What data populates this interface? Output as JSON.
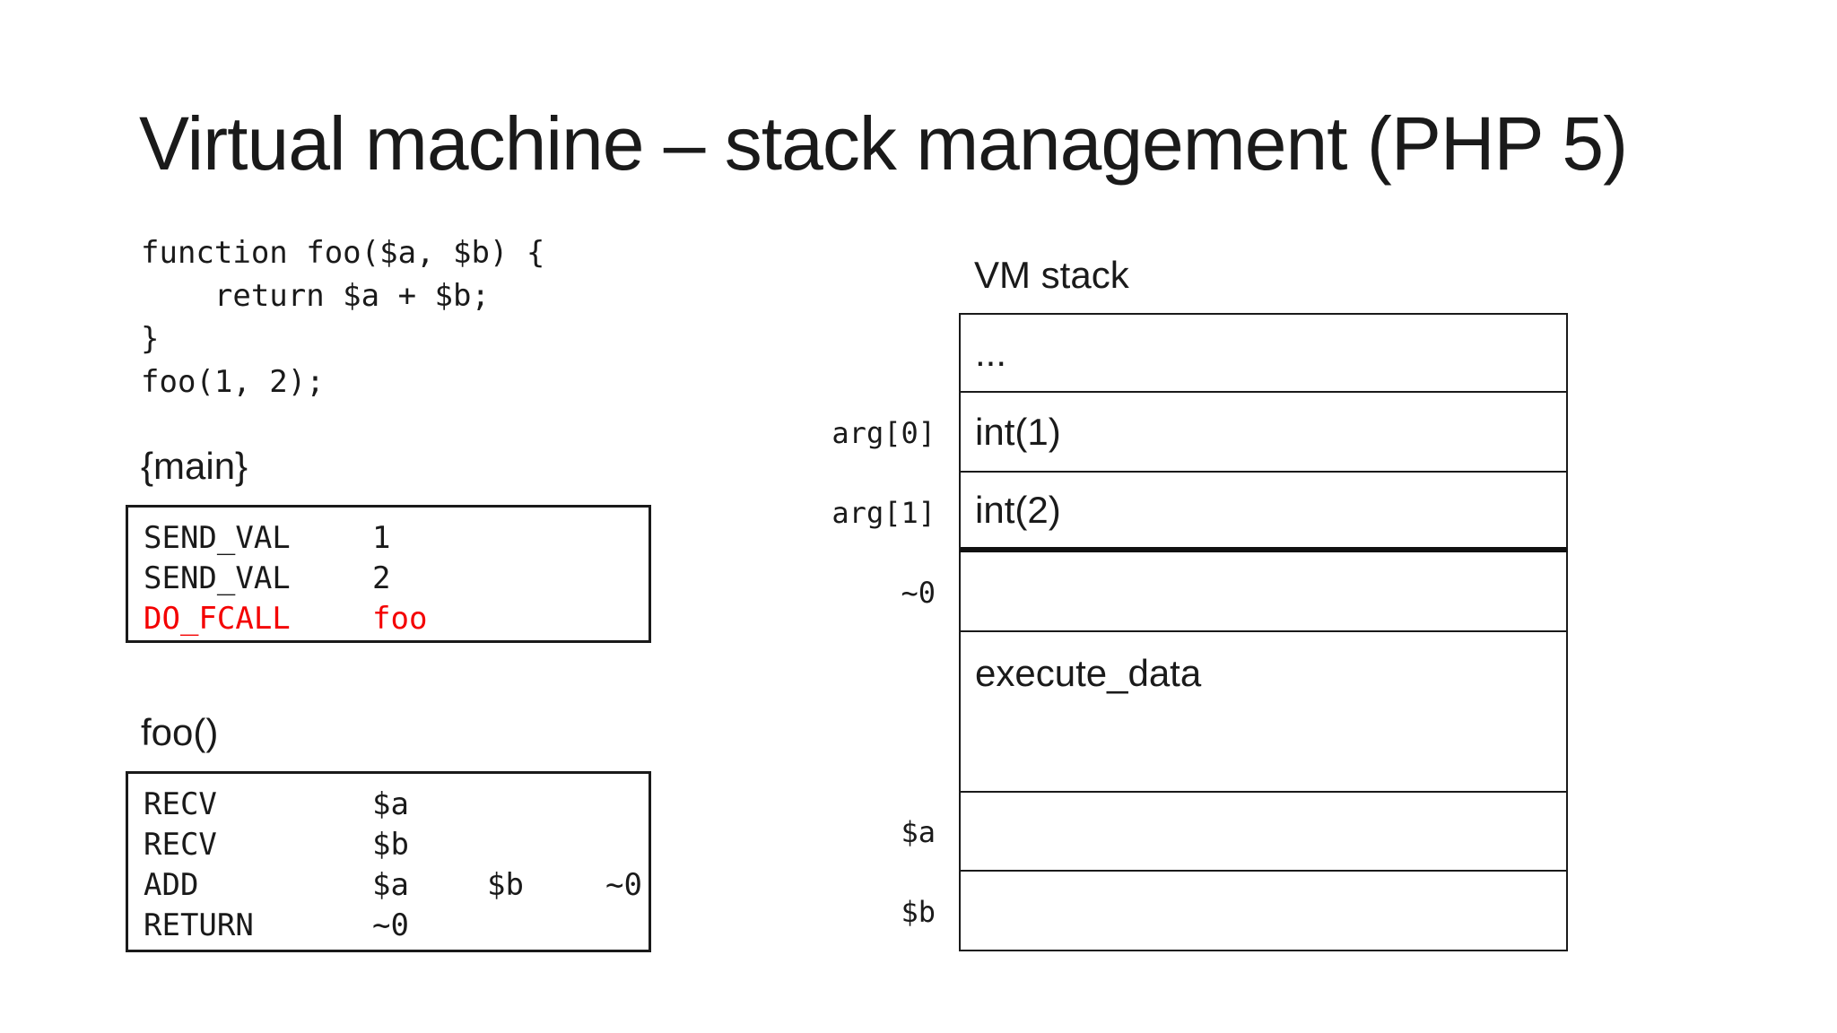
{
  "slide": {
    "title": "Virtual machine – stack management (PHP 5)"
  },
  "colors": {
    "background": "#ffffff",
    "text": "#1a1a1a",
    "border": "#1a1a1a",
    "accent_red": "#f40000"
  },
  "code_snippet": {
    "lines": [
      "function foo($a, $b) {",
      "    return $a + $b;",
      "}",
      "foo(1, 2);"
    ]
  },
  "main_block": {
    "label": "{main}",
    "rows": [
      {
        "op": "SEND_VAL",
        "arg1": "1"
      },
      {
        "op": "SEND_VAL",
        "arg1": "2"
      },
      {
        "op": "DO_FCALL",
        "arg1": "foo"
      }
    ]
  },
  "foo_block": {
    "label": "foo()",
    "rows": [
      {
        "op": "RECV",
        "arg1": "$a",
        "arg2": "",
        "arg3": ""
      },
      {
        "op": "RECV",
        "arg1": "$b",
        "arg2": "",
        "arg3": ""
      },
      {
        "op": "ADD",
        "arg1": "$a",
        "arg2": "$b",
        "arg3": "~0"
      },
      {
        "op": "RETURN",
        "arg1": "~0",
        "arg2": "",
        "ar3": "",
        "arg3": ""
      }
    ]
  },
  "vm_stack": {
    "title": "VM stack",
    "rows": [
      {
        "label": "",
        "value": "..."
      },
      {
        "label": "arg[0]",
        "value": "int(1)"
      },
      {
        "label": "arg[1]",
        "value": "int(2)"
      },
      {
        "label": "~0",
        "value": ""
      },
      {
        "label": "",
        "value": "execute_data"
      },
      {
        "label": "$a",
        "value": ""
      },
      {
        "label": "$b",
        "value": ""
      }
    ]
  }
}
